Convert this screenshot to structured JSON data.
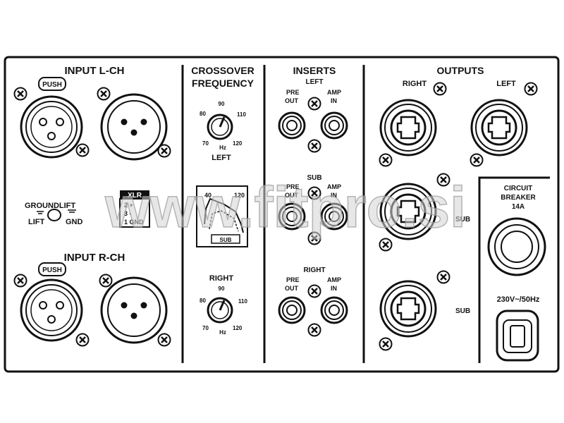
{
  "sections": {
    "input_l": {
      "title": "INPUT L-CH",
      "push": "PUSH"
    },
    "input_r": {
      "title": "INPUT R-CH",
      "push": "PUSH"
    },
    "ground": {
      "title": "GROUNDLIFT",
      "lift": "LIFT",
      "gnd": "GND"
    },
    "xlr": {
      "title": "XLR",
      "pin1": "1 GND",
      "pin2": "2 +",
      "pin3": "3 -"
    },
    "crossover": {
      "title1": "CROSSOVER",
      "title2": "FREQUENCY",
      "left_label": "LEFT",
      "right_label": "RIGHT",
      "scale": [
        "70",
        "80",
        "90",
        "110",
        "120"
      ],
      "unit": "Hz",
      "graph_left": "40",
      "graph_right": "120",
      "graph_sub": "SUB"
    },
    "inserts": {
      "title": "INSERTS",
      "left": "LEFT",
      "sub": "SUB",
      "right": "RIGHT",
      "pre_out_1": "PRE",
      "pre_out_2": "OUT",
      "amp_in_1": "AMP",
      "amp_in_2": "IN"
    },
    "outputs": {
      "title": "OUTPUTS",
      "right": "RIGHT",
      "left": "LEFT",
      "sub1": "SUB",
      "sub2": "SUB"
    },
    "breaker": {
      "line1": "CIRCUIT",
      "line2": "BREAKER",
      "rating": "14A"
    },
    "power": {
      "label": "230V~/50Hz"
    }
  },
  "watermark": "www.fitpro.si"
}
